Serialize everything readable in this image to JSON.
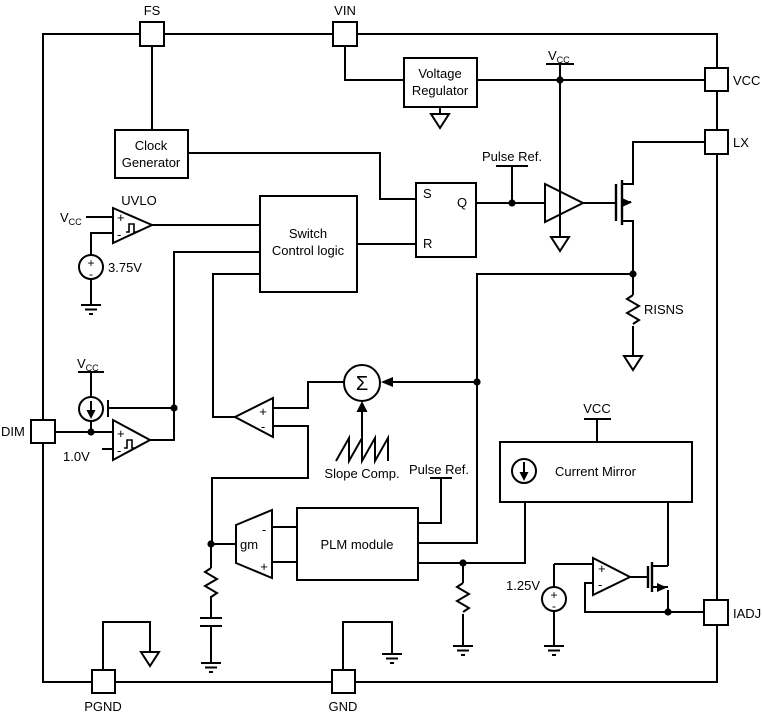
{
  "pins": {
    "fs": "FS",
    "vin": "VIN",
    "vcc": "VCC",
    "lx": "LX",
    "iadj": "IADJ",
    "dim": "DIM",
    "pgnd": "PGND",
    "gnd": "GND"
  },
  "blocks": {
    "voltage_regulator": {
      "line1": "Voltage",
      "line2": "Regulator"
    },
    "clock_generator": {
      "line1": "Clock",
      "line2": "Generator"
    },
    "switch_control": {
      "line1": "Switch",
      "line2": "Control logic"
    },
    "plm": {
      "label": "PLM module"
    },
    "current_mirror": {
      "label": "Current Mirror",
      "supply_label": "VCC"
    }
  },
  "latch": {
    "s": "S",
    "q": "Q",
    "r": "R"
  },
  "labels": {
    "uvlo": "UVLO",
    "pulse_ref_top": "Pulse Ref.",
    "pulse_ref_bottom": "Pulse Ref.",
    "slope_comp": "Slope Comp.",
    "risns": "RISNS",
    "sigma": "Σ",
    "gm": "gm"
  },
  "references": {
    "uvlo": "3.75V",
    "dim": "1.0V",
    "iadj": "1.25V"
  },
  "supply": {
    "v": "V",
    "cc": "CC"
  },
  "signs": {
    "plus": "+",
    "minus": "-"
  }
}
